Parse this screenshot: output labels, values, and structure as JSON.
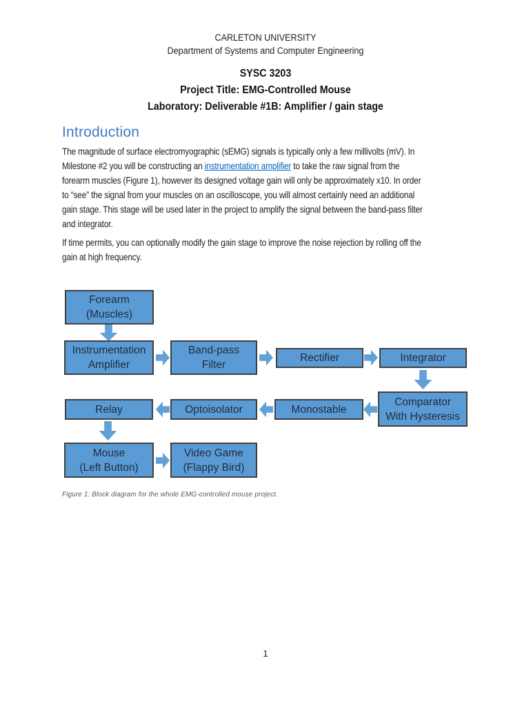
{
  "header": {
    "line1": "CARLETON UNIVERSITY",
    "line2": "Department of Systems and Computer Engineering"
  },
  "title": {
    "line1": "SYSC 3203",
    "line2": "Project Title: EMG-Controlled Mouse",
    "line3": "Laboratory: Deliverable #1B: Amplifier / gain stage"
  },
  "intro": {
    "heading": "Introduction",
    "p1_line1": "The magnitude of surface electromyographic (sEMG) signals is typically only a few millivolts (mV). In",
    "p1_line2_pre": "Milestone #2 you will be constructing an ",
    "p1_line2_link": "instrumentation amplifier",
    "p1_line2_post": " to take the raw signal from the",
    "p1_line3": "forearm muscles (Figure 1), however its designed voltage gain will only be approximately x10. In order",
    "p1_line4": "to “see” the signal from your muscles on an oscilloscope, you will almost certainly need an additional",
    "p1_line5": "gain stage. This stage will be used later in the project to amplify the signal between the band-pass filter",
    "p1_line6": "and integrator.",
    "p2_line1": "If time permits, you can optionally modify the gain stage to improve the noise rejection by rolling off the",
    "p2_line2": "gain at high frequency."
  },
  "diagram": {
    "boxes": {
      "forearm": {
        "line1": "Forearm",
        "line2": "(Muscles)"
      },
      "inamp": {
        "line1": "Instrumentation",
        "line2": "Amplifier"
      },
      "bandpass": {
        "line1": "Band-pass",
        "line2": "Filter"
      },
      "rectifier": {
        "line1": "Rectifier"
      },
      "integrator": {
        "line1": "Integrator"
      },
      "comparator": {
        "line1": "Comparator",
        "line2": "With Hysteresis"
      },
      "monostable": {
        "line1": "Monostable"
      },
      "optoisolator": {
        "line1": "Optoisolator"
      },
      "relay": {
        "line1": "Relay"
      },
      "mouse": {
        "line1": "Mouse",
        "line2": "(Left Button)"
      },
      "videogame": {
        "line1": "Video Game",
        "line2": "(Flappy Bird)"
      }
    },
    "colors": {
      "box_fill": "#5B9BD5",
      "box_border": "#3F3F3F",
      "arrow": "#62A0D8"
    }
  },
  "caption": "Figure 1: Block diagram for the whole EMG-controlled mouse project.",
  "page_number": "1",
  "colors": {
    "heading_blue": "#3D7CBE",
    "link_blue": "#0563C1",
    "caption_gray": "#595959"
  }
}
